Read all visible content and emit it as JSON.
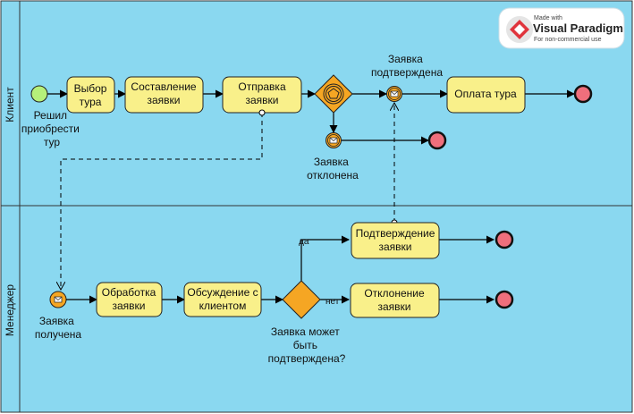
{
  "lanes": [
    {
      "name": "Клиент"
    },
    {
      "name": "Менеджер"
    }
  ],
  "logo": {
    "line1": "Made with",
    "line2": "Visual Paradigm",
    "line3": "For non-commercial use"
  },
  "client": {
    "start_label": [
      "Решил",
      "приобрести",
      "тур"
    ],
    "task_tour": [
      "Выбор",
      "тура"
    ],
    "task_compose": [
      "Составление",
      "заявки"
    ],
    "task_send": [
      "Отправка",
      "заявки"
    ],
    "event_confirmed_label": [
      "Заявка",
      "подтверждена"
    ],
    "task_pay": [
      "Оплата тура"
    ],
    "event_rejected_label": [
      "Заявка",
      "отклонена"
    ]
  },
  "manager": {
    "start_label": [
      "Заявка",
      "получена"
    ],
    "task_process": [
      "Обработка",
      "заявки"
    ],
    "task_discuss": [
      "Обсуждение с",
      "клиентом"
    ],
    "gateway_label": [
      "Заявка может",
      "быть",
      "подтверждена?"
    ],
    "flow_yes": "да",
    "flow_no": "нет",
    "task_confirm": [
      "Подтверждение",
      "заявки"
    ],
    "task_reject": [
      "Отклонение",
      "заявки"
    ]
  },
  "colors": {
    "lane_bg": "#8ad8f0",
    "task_fill": "#f9f08a",
    "gateway_fill": "#f5a623",
    "start_fill": "#b6f07a",
    "end_fill": "#ef6f7c",
    "event_fill": "#f5a623"
  }
}
